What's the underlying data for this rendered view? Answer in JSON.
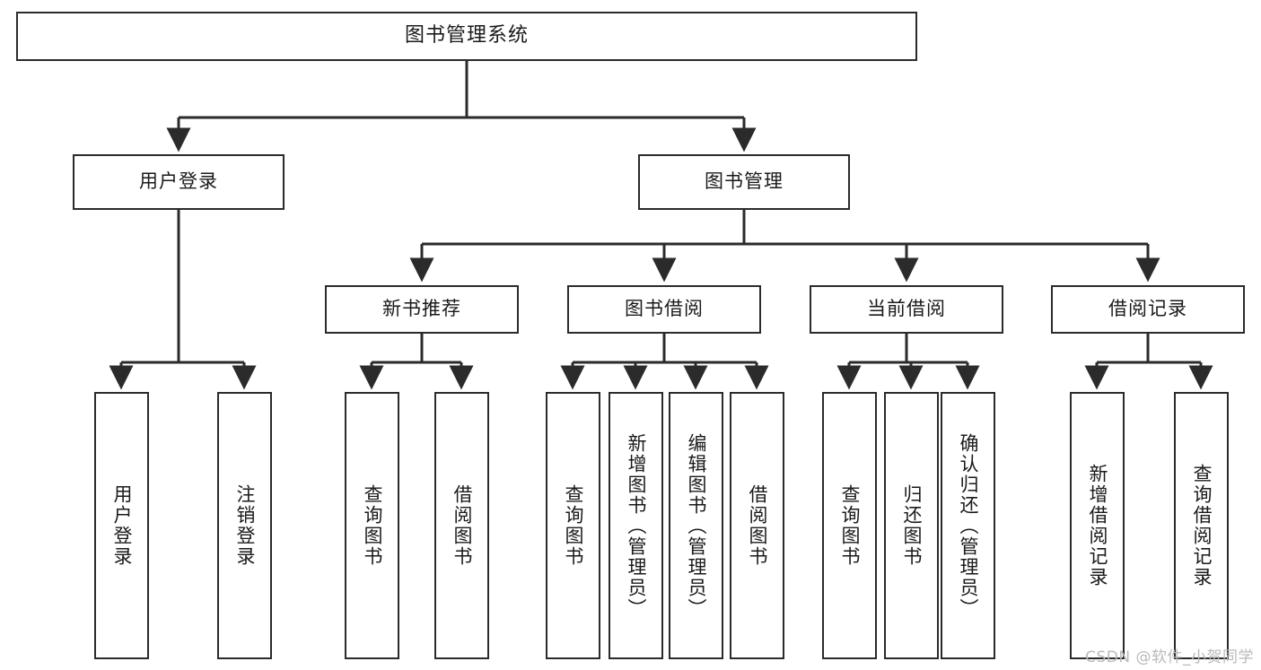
{
  "diagram": {
    "type": "tree",
    "title": "图书管理系统",
    "style": {
      "box_fill": "#ffffff",
      "box_border": "#2b2b2b",
      "line_color": "#2b2b2b",
      "text_color": "#1a1a1a",
      "background": "#ffffff",
      "watermark_color": "#b9b9b9"
    },
    "levels": {
      "level0": "系统",
      "level1": "模块",
      "level2": "子模块",
      "level3": "功能"
    },
    "nodes": {
      "root": {
        "label": "图书管理系统",
        "orientation": "horizontal"
      },
      "user_login": {
        "label": "用户登录",
        "orientation": "horizontal"
      },
      "book_manage": {
        "label": "图书管理",
        "orientation": "horizontal"
      },
      "new_book_rec": {
        "label": "新书推荐",
        "orientation": "horizontal"
      },
      "book_borrow": {
        "label": "图书借阅",
        "orientation": "horizontal"
      },
      "current_borrow": {
        "label": "当前借阅",
        "orientation": "horizontal"
      },
      "borrow_record": {
        "label": "借阅记录",
        "orientation": "horizontal"
      },
      "leaf_user_login": {
        "label": "用户登录",
        "orientation": "vertical"
      },
      "leaf_logout": {
        "label": "注销登录",
        "orientation": "vertical"
      },
      "leaf_query_book_1": {
        "label": "查询图书",
        "orientation": "vertical"
      },
      "leaf_borrow_book_1": {
        "label": "借阅图书",
        "orientation": "vertical"
      },
      "leaf_query_book_2": {
        "label": "查询图书",
        "orientation": "vertical"
      },
      "leaf_add_book": {
        "label": "新增图书（管理员）",
        "orientation": "vertical"
      },
      "leaf_edit_book": {
        "label": "编辑图书（管理员）",
        "orientation": "vertical"
      },
      "leaf_borrow_book_2": {
        "label": "借阅图书",
        "orientation": "vertical"
      },
      "leaf_query_book_3": {
        "label": "查询图书",
        "orientation": "vertical"
      },
      "leaf_return_book": {
        "label": "归还图书",
        "orientation": "vertical"
      },
      "leaf_confirm_return": {
        "label": "确认归还（管理员）",
        "orientation": "vertical"
      },
      "leaf_add_record": {
        "label": "新增借阅记录",
        "orientation": "vertical"
      },
      "leaf_query_record": {
        "label": "查询借阅记录",
        "orientation": "vertical"
      }
    },
    "edges": [
      {
        "from": "root",
        "to": "user_login"
      },
      {
        "from": "root",
        "to": "book_manage"
      },
      {
        "from": "user_login",
        "to": "leaf_user_login"
      },
      {
        "from": "user_login",
        "to": "leaf_logout"
      },
      {
        "from": "book_manage",
        "to": "new_book_rec"
      },
      {
        "from": "book_manage",
        "to": "book_borrow"
      },
      {
        "from": "book_manage",
        "to": "current_borrow"
      },
      {
        "from": "book_manage",
        "to": "borrow_record"
      },
      {
        "from": "new_book_rec",
        "to": "leaf_query_book_1"
      },
      {
        "from": "new_book_rec",
        "to": "leaf_borrow_book_1"
      },
      {
        "from": "book_borrow",
        "to": "leaf_query_book_2"
      },
      {
        "from": "book_borrow",
        "to": "leaf_add_book"
      },
      {
        "from": "book_borrow",
        "to": "leaf_edit_book"
      },
      {
        "from": "book_borrow",
        "to": "leaf_borrow_book_2"
      },
      {
        "from": "current_borrow",
        "to": "leaf_query_book_3"
      },
      {
        "from": "current_borrow",
        "to": "leaf_return_book"
      },
      {
        "from": "current_borrow",
        "to": "leaf_confirm_return"
      },
      {
        "from": "borrow_record",
        "to": "leaf_add_record"
      },
      {
        "from": "borrow_record",
        "to": "leaf_query_record"
      }
    ]
  },
  "watermark": {
    "text": "CSDN @软件_小贺同学"
  }
}
